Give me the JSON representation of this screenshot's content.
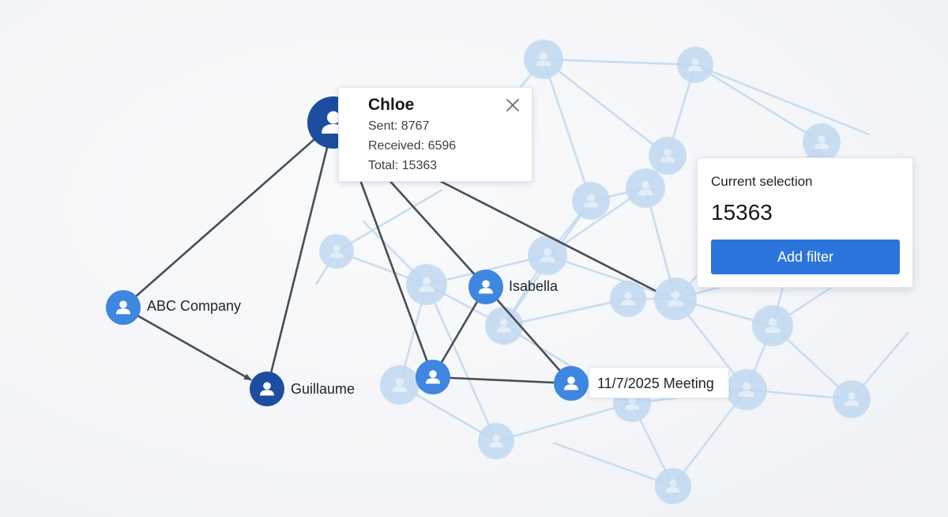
{
  "graph": {
    "nodes": {
      "chloe": {
        "label": "Chloe"
      },
      "abc_company": {
        "label": "ABC Company"
      },
      "guillaume": {
        "label": "Guillaume"
      },
      "isabella": {
        "label": "Isabella"
      },
      "meeting": {
        "label": "11/7/2025 Meeting"
      }
    }
  },
  "tooltip": {
    "name": "Chloe",
    "sent": "Sent: 8767",
    "received": "Received: 6596",
    "total": "Total: 15363"
  },
  "selection": {
    "title": "Current selection",
    "value": "15363",
    "add_filter_label": "Add filter"
  },
  "colors": {
    "node_dark": "#1d4d9e",
    "node_medium": "#3f86e0",
    "node_faded": "#c2d9f1",
    "edge_active": "#4a4d52",
    "edge_faded": "#c6dcf2",
    "button": "#2b74dc"
  }
}
